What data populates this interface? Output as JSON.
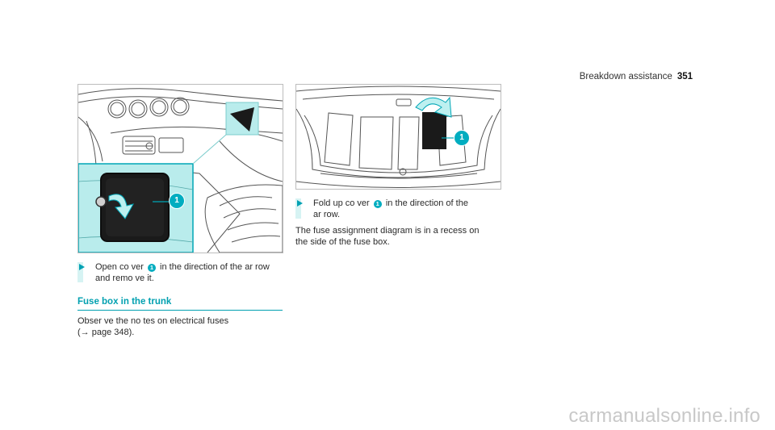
{
  "header": {
    "section": "Breakdown assistance",
    "page_number": "351"
  },
  "figure1": {
    "callout": "1"
  },
  "figure2": {
    "callout": "1"
  },
  "step1": {
    "line1_a": "Open co ver",
    "badge": "1",
    "line1_b": "in the direction of the ar row",
    "line2": "and remo ve it."
  },
  "section": {
    "title": "Fuse box in the trunk"
  },
  "observe": {
    "line1": "Obser ve the no tes on electrical fuses",
    "line2": "(→ page 348)."
  },
  "step2": {
    "line1_a": "Fold up co ver",
    "badge": "1",
    "line1_b": "in the direction of the",
    "line2": "ar row."
  },
  "note": {
    "line1": "The fuse assignment diagram is in a recess on",
    "line2": "the side of the fuse box."
  },
  "watermark": "carmanualsonline.info",
  "colors": {
    "accent": "#00a0b0",
    "highlight_fill": "#b9ecec",
    "text": "#2a2a2a"
  }
}
